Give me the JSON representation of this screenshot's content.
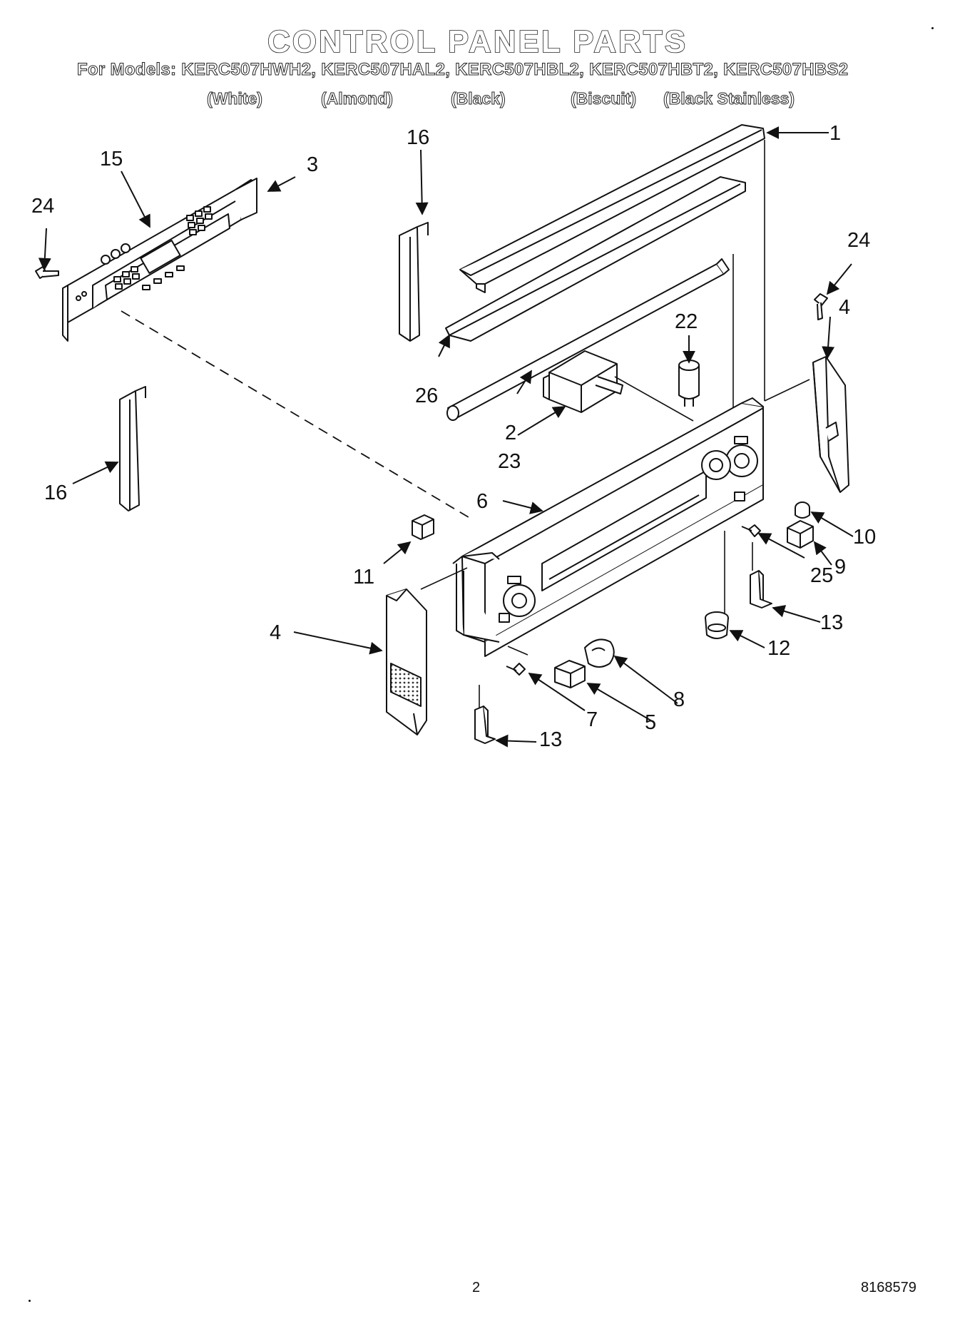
{
  "header": {
    "title": "CONTROL PANEL PARTS",
    "models_line": "For Models: KERC507HWH2, KERC507HAL2, KERC507HBL2, KERC507HBT2, KERC507HBS2",
    "colors": [
      "(White)",
      "(Almond)",
      "(Black)",
      "(Biscuit)",
      "(Black Stainless)"
    ]
  },
  "callouts": {
    "c1": "1",
    "c2": "2",
    "c3": "3",
    "c4a": "4",
    "c4b": "4",
    "c5": "5",
    "c6": "6",
    "c7": "7",
    "c8": "8",
    "c9": "9",
    "c10": "10",
    "c11": "11",
    "c12": "12",
    "c13a": "13",
    "c13b": "13",
    "c15": "15",
    "c16a": "16",
    "c16b": "16",
    "c22": "22",
    "c23": "23",
    "c24a": "24",
    "c24b": "24",
    "c25": "25",
    "c26": "26"
  },
  "footer": {
    "page_number": "2",
    "document_number": "8168579"
  }
}
